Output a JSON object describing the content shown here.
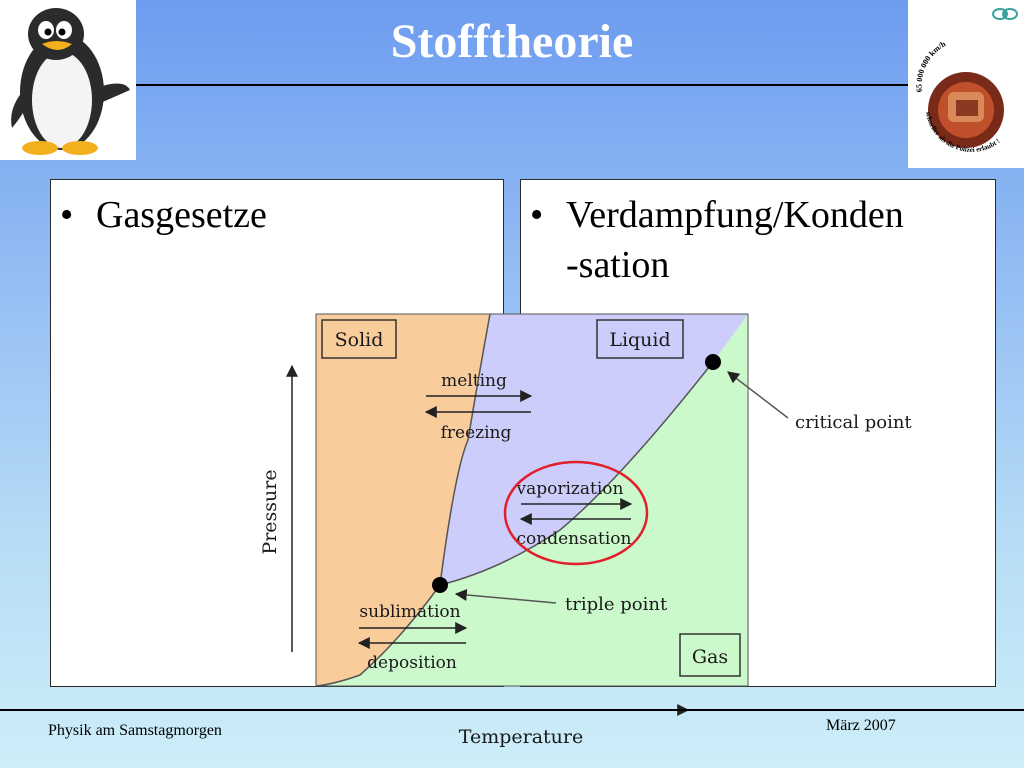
{
  "header": {
    "title": "Stofftheorie"
  },
  "left_panel": {
    "bullet": "Gasgesetze"
  },
  "right_panel": {
    "bullet_line1": "Verdampfung/Konden",
    "bullet_line2": "-sation"
  },
  "logo": {
    "text_top": "65 000 000 km/h",
    "text_bottom": "schneller als die Polizei erlaubt !"
  },
  "diagram": {
    "regions": {
      "solid": "Solid",
      "liquid": "Liquid",
      "gas": "Gas"
    },
    "transitions": {
      "melting": "melting",
      "freezing": "freezing",
      "vaporization": "vaporization",
      "condensation": "condensation",
      "sublimation": "sublimation",
      "deposition": "deposition"
    },
    "points": {
      "critical": "critical point",
      "triple": "triple point"
    },
    "axes": {
      "y": "Pressure",
      "x": "Temperature"
    },
    "colors": {
      "solid": "#f9cc9b",
      "liquid": "#cccdfa",
      "gas": "#ccf9cc",
      "highlight": "#e0202a"
    }
  },
  "footer": {
    "left": "Physik am Samstagmorgen",
    "right": "März 2007"
  }
}
